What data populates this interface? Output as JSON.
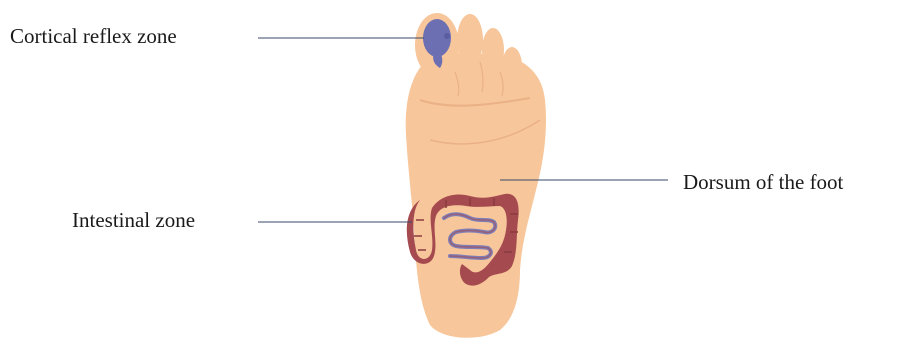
{
  "labels": {
    "cortical": "Cortical reflex zone",
    "intestinal": "Intestinal zone",
    "dorsum": "Dorsum of the foot"
  },
  "colors": {
    "skin": "#f7c69a",
    "skin_shade": "#f0b887",
    "skin_line": "#e8ad7c",
    "cortical_zone": "#6c6fb2",
    "intestine": "#a54a4e",
    "intestine_inner": "#7e7fb8",
    "leader_line": "#3a4a6a"
  }
}
